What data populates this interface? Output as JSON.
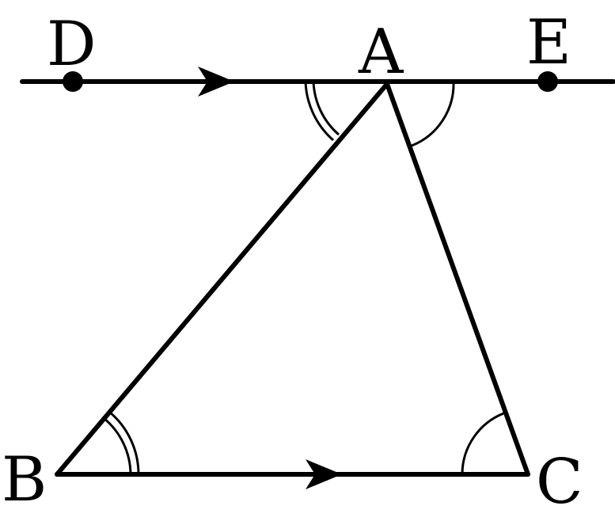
{
  "diagram": {
    "points": {
      "A": "A",
      "B": "B",
      "C": "C",
      "D": "D",
      "E": "E"
    },
    "stroke_color": "#000000",
    "background_color": "#ffffff"
  }
}
